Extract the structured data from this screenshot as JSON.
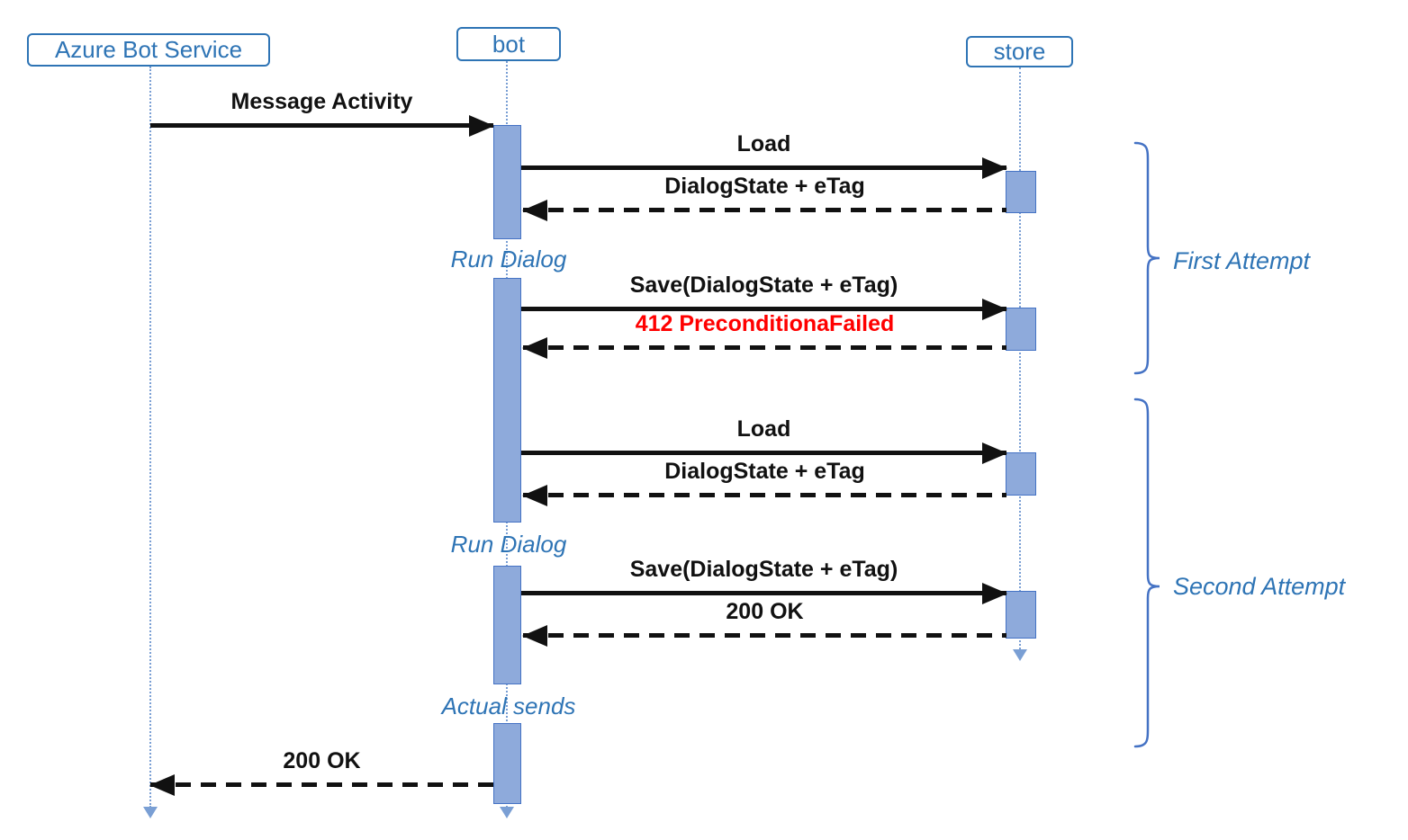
{
  "actors": [
    {
      "id": "azure-bot-service",
      "label": "Azure Bot Service"
    },
    {
      "id": "bot",
      "label": "bot"
    },
    {
      "id": "store",
      "label": "store"
    }
  ],
  "messages": [
    {
      "label": "Message Activity",
      "from": "azure-bot-service",
      "to": "bot",
      "style": "solid"
    },
    {
      "label": "Load",
      "from": "bot",
      "to": "store",
      "style": "solid"
    },
    {
      "label": "DialogState + eTag",
      "from": "store",
      "to": "bot",
      "style": "dashed"
    },
    {
      "label": "Save(DialogState + eTag)",
      "from": "bot",
      "to": "store",
      "style": "solid"
    },
    {
      "label": "412 PreconditionaFailed",
      "from": "store",
      "to": "bot",
      "style": "dashed",
      "color": "#FF0000"
    },
    {
      "label": "Load",
      "from": "bot",
      "to": "store",
      "style": "solid"
    },
    {
      "label": "DialogState + eTag",
      "from": "store",
      "to": "bot",
      "style": "dashed"
    },
    {
      "label": "Save(DialogState + eTag)",
      "from": "bot",
      "to": "store",
      "style": "solid"
    },
    {
      "label": "200 OK",
      "from": "store",
      "to": "bot",
      "style": "dashed"
    },
    {
      "label": "200 OK",
      "from": "bot",
      "to": "azure-bot-service",
      "style": "dashed"
    }
  ],
  "activity_labels": [
    {
      "label": "Run Dialog"
    },
    {
      "label": "Run Dialog"
    },
    {
      "label": "Actual sends"
    }
  ],
  "annotations": [
    {
      "label": "First Attempt"
    },
    {
      "label": "Second Attempt"
    }
  ],
  "colors": {
    "accent_blue": "#2E74B5",
    "lifeline_blue": "#7a9fd4",
    "activation_border": "#4472C4",
    "activation_fill": "#8EAADB",
    "error_red": "#FF0000",
    "arrow_black": "#111111"
  }
}
